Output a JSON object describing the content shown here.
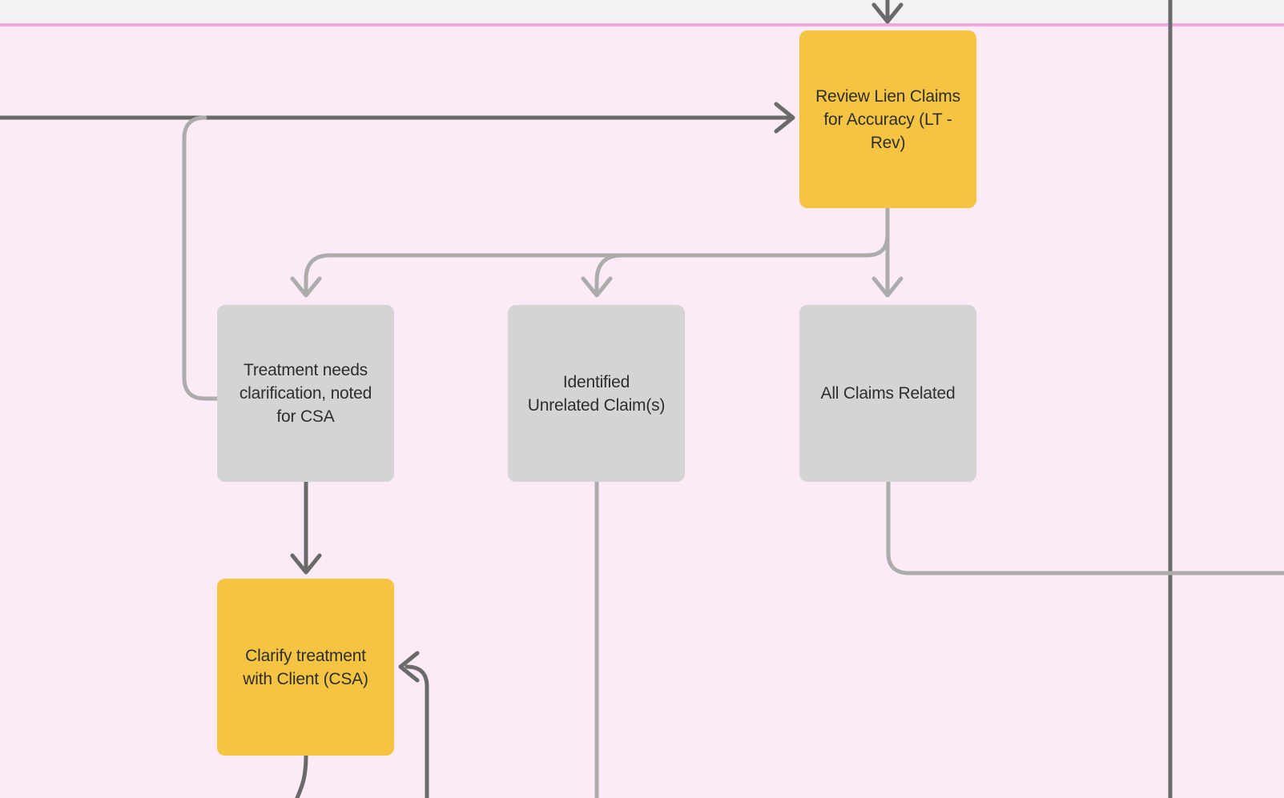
{
  "app": {
    "type": "whiteboard-flowchart-section"
  },
  "canvas": {
    "colors": {
      "background": "#FCEAF6",
      "top_strip": "#F2F2F2",
      "section_border": "#F0A9DC",
      "connector_dark": "#6A6A6A",
      "connector_light": "#ACACAC",
      "node_yellow": "#F5C442",
      "node_gray": "#D4D4D4",
      "text": "#2E2E2E"
    }
  },
  "nodes": {
    "review": {
      "label": "Review Lien Claims\nfor Accuracy (LT -\nRev)",
      "style": "yellow"
    },
    "treatment": {
      "label": "Treatment needs\nclarification, noted\nfor CSA",
      "style": "gray"
    },
    "identified": {
      "label": "Identified\nUnrelated Claim(s)",
      "style": "gray"
    },
    "all_claims": {
      "label": "All Claims Related",
      "style": "gray"
    },
    "clarify": {
      "label": "Clarify treatment\nwith Client (CSA)",
      "style": "yellow"
    }
  }
}
